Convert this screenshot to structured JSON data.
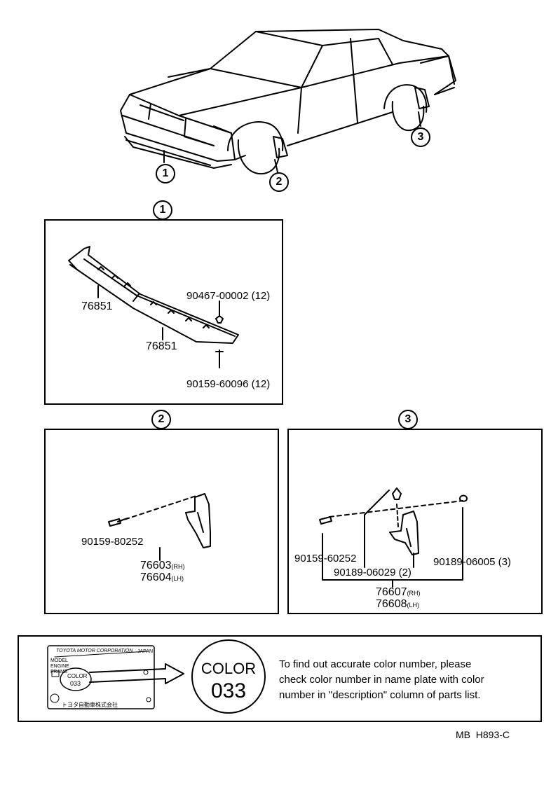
{
  "callouts": {
    "c1": "1",
    "c2": "2",
    "c3": "3"
  },
  "section1": {
    "part_upper": "76851",
    "part_lower": "76851",
    "clip": "90467-00002 (12)",
    "screw": "90159-60096 (12)"
  },
  "section2": {
    "screw": "90159-80252",
    "part_rh": "76603",
    "part_lh": "76604",
    "rh_tag": "(RH)",
    "lh_tag": "(LH)"
  },
  "section3": {
    "screw": "90159-60252",
    "clip_a": "90189-06029 (2)",
    "clip_b": "90189-06005 (3)",
    "part_rh": "76607",
    "part_lh": "76608",
    "rh_tag": "(RH)",
    "lh_tag": "(LH)"
  },
  "color_note": {
    "plate_header": "TOYOTA MOTOR CORPORATION",
    "plate_country": "JAPAN",
    "plate_model": "MODEL",
    "plate_engine": "ENGINE",
    "plate_frame": "FRAME",
    "plate_color": "COLOR",
    "plate_color_code": "033",
    "plate_footer": "トヨタ自動車株式会社",
    "badge_word": "COLOR",
    "badge_code": "033",
    "line1": "To find out accurate color number, please",
    "line2": "check color number in name plate with color",
    "line3": "number in \"description\" column of parts list."
  },
  "footer_code": "MB  H893-C"
}
